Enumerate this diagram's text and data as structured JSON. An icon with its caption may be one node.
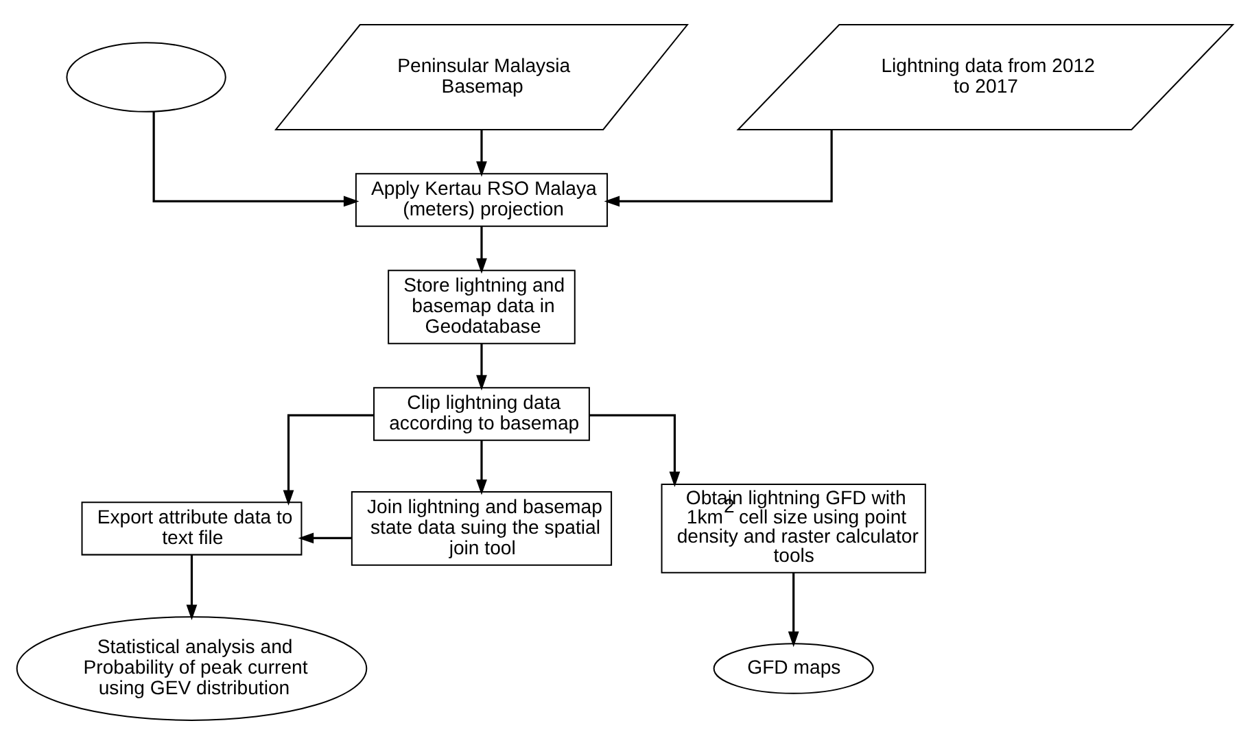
{
  "diagram": {
    "nodes": [
      {
        "text": [],
        "shape": "ellipse"
      },
      {
        "text": [
          "Peninsular Malaysia Basemap"
        ]
      },
      {
        "text": [
          "Lightning data from 2012 to 2017"
        ]
      },
      {
        "text": [
          "Apply Kertau RSO Malaya (meters) projection"
        ]
      },
      {
        "text": [
          "Store lightning and basemap data in Geodatabase"
        ]
      },
      {
        "text": [
          "Clip lightning data according to basemap"
        ]
      },
      {
        "text": [
          "Export attribute data to text file"
        ]
      },
      {
        "text": [
          "Join lightning and basemap state data suing the spatial join tool"
        ]
      },
      {
        "text": [
          "Obtain lightning GFD with 1km$^{2}$ cell size using point density and raster calculator tools"
        ]
      },
      {
        "text": [
          "Statistical analysis and Probability of peak current using GEV distribution"
        ]
      },
      {
        "text": [
          "GFD maps"
        ]
      }
    ],
    "edges": [
      {
        "from": 0,
        "to": 3,
        "arrow": "to"
      },
      {
        "from": 1,
        "to": 3,
        "arrow": "to"
      },
      {
        "from": 2,
        "to": 3,
        "arrow": "to"
      },
      {
        "from": 3,
        "to": 4,
        "arrow": "to"
      },
      {
        "from": 4,
        "to": 5,
        "arrow": "to"
      },
      {
        "from": 5,
        "to": 6,
        "arrow": "to"
      },
      {
        "from": 5,
        "to": 7,
        "arrow": "to"
      },
      {
        "from": 5,
        "to": 8,
        "arrow": "to"
      },
      {
        "from": 7,
        "to": 6,
        "arrow": "to"
      },
      {
        "from": 6,
        "to": 9,
        "arrow": "to"
      },
      {
        "from": 8,
        "to": 10,
        "arrow": "to"
      }
    ]
  }
}
